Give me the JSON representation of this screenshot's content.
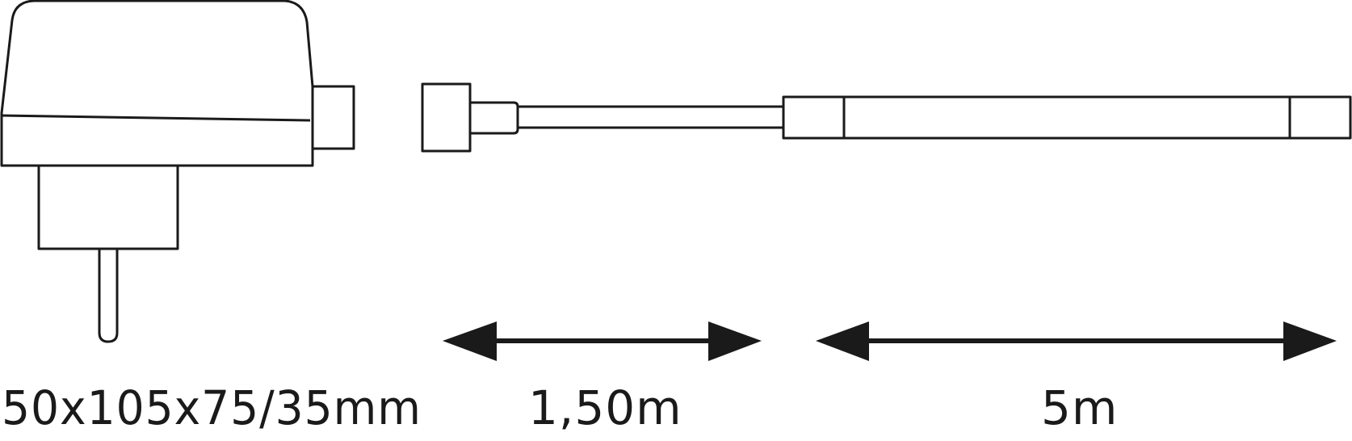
{
  "diagram": {
    "kind": "product dimension drawing",
    "colors": {
      "stroke": "#1a1a1a",
      "background": "#ffffff"
    },
    "components": [
      {
        "id": "power-adapter",
        "label": "50x105x75/35mm"
      },
      {
        "id": "connection-cable",
        "label": "1,50m"
      },
      {
        "id": "led-strip",
        "label": "5m"
      }
    ]
  },
  "labels": {
    "adapter_dimensions": "50x105x75/35mm",
    "cable_length": "1,50m",
    "strip_length": "5m"
  }
}
